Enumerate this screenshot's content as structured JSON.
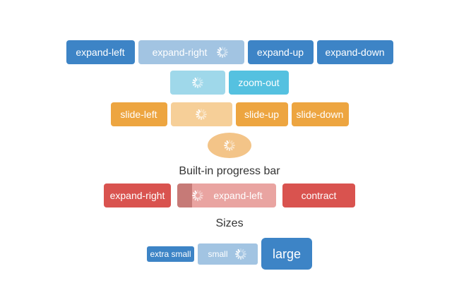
{
  "headings": {
    "progress_bar": "Built-in progress bar",
    "sizes": "Sizes"
  },
  "colors": {
    "primary": "#3d84c6",
    "primary_loading": "#a2c4e2",
    "info": "#55c1e0",
    "info_loading": "#9fd8ea",
    "warning": "#eda540",
    "warning_loading": "#f6cf98",
    "warning_contract": "#f3c488",
    "danger": "#d9534f",
    "danger_loading": "#e9a4a1",
    "danger_progress": "#c67a77",
    "button_text": "#ffffff",
    "heading_text": "#333333"
  },
  "rows": {
    "expand": {
      "buttons": [
        {
          "label": "expand-left",
          "loading": false
        },
        {
          "label": "expand-right",
          "loading": true
        },
        {
          "label": "expand-up",
          "loading": false
        },
        {
          "label": "expand-down",
          "loading": false
        }
      ]
    },
    "zoom": {
      "buttons": [
        {
          "label": "",
          "loading": true
        },
        {
          "label": "zoom-out",
          "loading": false
        }
      ]
    },
    "slide": {
      "buttons": [
        {
          "label": "slide-left",
          "loading": false
        },
        {
          "label": "",
          "loading": true
        },
        {
          "label": "slide-up",
          "loading": false
        },
        {
          "label": "slide-down",
          "loading": false
        }
      ]
    },
    "contract": {
      "buttons": [
        {
          "label": "",
          "loading": true
        }
      ]
    },
    "progress": {
      "buttons": [
        {
          "label": "expand-right",
          "loading": false
        },
        {
          "label": "expand-left",
          "loading": true,
          "progress_percent": 15
        },
        {
          "label": "contract",
          "loading": false
        }
      ]
    },
    "sizes": {
      "buttons": [
        {
          "label": "extra small",
          "size": "xs",
          "loading": false
        },
        {
          "label": "small",
          "size": "sm",
          "loading": true
        },
        {
          "label": "large",
          "size": "lg",
          "loading": false
        }
      ]
    }
  }
}
